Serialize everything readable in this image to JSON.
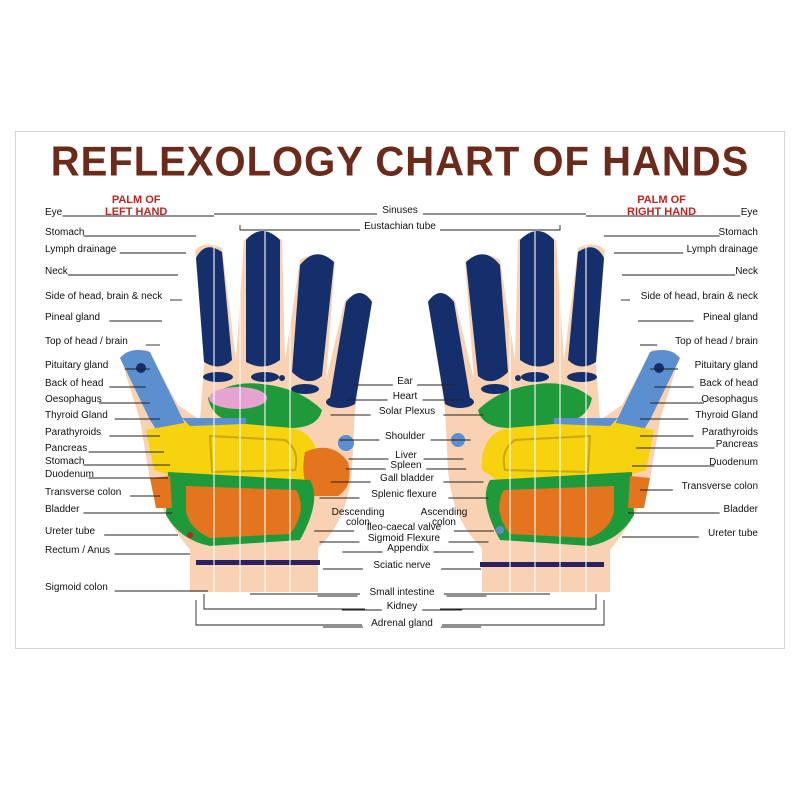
{
  "title": "REFLEXOLOGY CHART OF HANDS",
  "colors": {
    "title": "#6b2a1a",
    "palm_label": "#c0241e",
    "skin": "#f9d2b4",
    "finger": "#142f6b",
    "thumb": "#5b8fcf",
    "yellow": "#f6d20f",
    "green": "#1f9a3a",
    "orange": "#e4741d",
    "pink": "#e6a3d1",
    "band": "#2a2063",
    "line": "#222222"
  },
  "palm_left": "PALM OF\nLEFT HAND",
  "palm_right": "PALM OF\nRIGHT HAND",
  "left_labels": [
    "Eye",
    "Stomach",
    "Lymph drainage",
    "Neck",
    "Side of head, brain & neck",
    "Pineal gland",
    "Top of head / brain",
    "Pituitary gland",
    "Back of head",
    "Oesophagus",
    "Thyroid Gland",
    "Parathyroids",
    "Pancreas",
    "Stomach",
    "Duodenum",
    "Transverse colon",
    "Bladder",
    "Ureter tube",
    "Rectum / Anus",
    "Sigmoid colon"
  ],
  "right_labels": [
    "Eye",
    "Stomach",
    "Lymph drainage",
    "Neck",
    "Side of head, brain & neck",
    "Pineal gland",
    "Top of head / brain",
    "Pituitary gland",
    "Back of head",
    "Oesophagus",
    "Thyroid Gland",
    "Parathyroids",
    "Pancreas",
    "Duodenum",
    "Transverse colon",
    "Bladder",
    "Ureter tube"
  ],
  "center_labels": [
    "Sinuses",
    "Eustachian tube",
    "Ear",
    "Heart",
    "Solar Plexus",
    "Shoulder",
    "Liver",
    "Spleen",
    "Gall bladder",
    "Splenic flexure",
    "Descending\ncolon",
    "Ascending\ncolon",
    "Ileo-caecal valve",
    "Sigmoid Flexure",
    "Appendix",
    "Sciatic nerve",
    "Small intestine",
    "Kidney",
    "Adrenal gland"
  ]
}
